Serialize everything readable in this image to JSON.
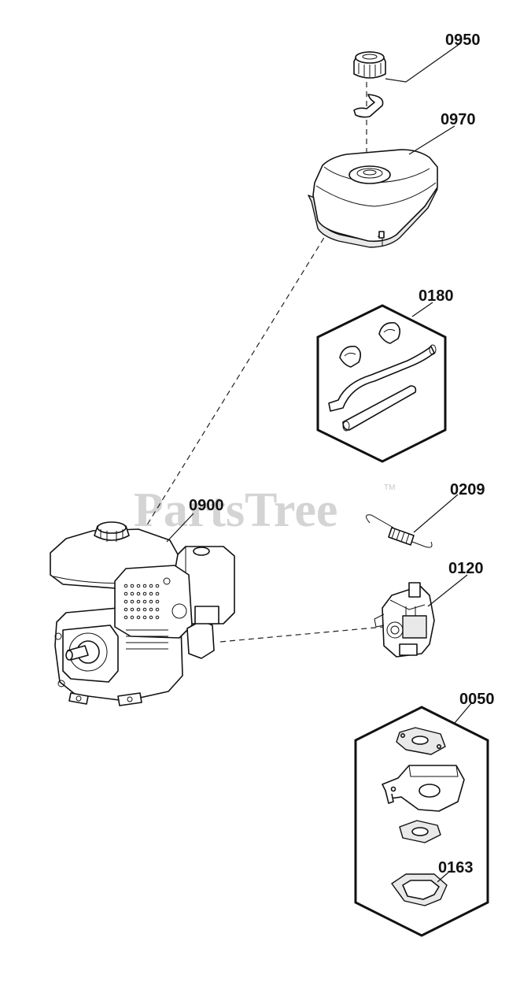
{
  "watermark": {
    "text": "PartsTree",
    "trademark": "TM"
  },
  "parts": [
    {
      "id": "0950",
      "name": "fuel cap"
    },
    {
      "id": "0970",
      "name": "fuel tank"
    },
    {
      "id": "0180",
      "name": "fuel line kit"
    },
    {
      "id": "0209",
      "name": "spring"
    },
    {
      "id": "0120",
      "name": "carburetor"
    },
    {
      "id": "0900",
      "name": "engine"
    },
    {
      "id": "0050",
      "name": "gasket kit"
    },
    {
      "id": "0163",
      "name": "gasket"
    }
  ]
}
